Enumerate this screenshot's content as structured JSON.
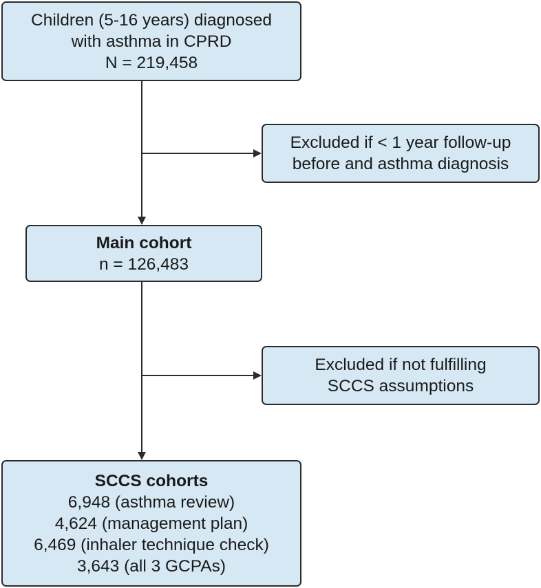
{
  "flowchart": {
    "source_box": {
      "lines": [
        "Children (5-16 years) diagnosed",
        "with asthma in CPRD",
        "N = 219,458"
      ]
    },
    "exclusion_1": {
      "lines": [
        "Excluded if < 1 year follow-up",
        "before and asthma diagnosis"
      ]
    },
    "main_cohort": {
      "title": "Main cohort",
      "count": "n = 126,483"
    },
    "exclusion_2": {
      "lines": [
        "Excluded if not fulfilling",
        "SCCS assumptions"
      ]
    },
    "sccs_cohorts": {
      "title": "SCCS cohorts",
      "items": [
        "6,948 (asthma review)",
        "4,624 (management plan)",
        "6,469 (inhaler technique check)",
        "3,643 (all 3 GCPAs)"
      ]
    }
  },
  "colors": {
    "box_fill": "#d6e8f4",
    "box_border": "#2b2b2b",
    "connector": "#2b2b2b"
  }
}
